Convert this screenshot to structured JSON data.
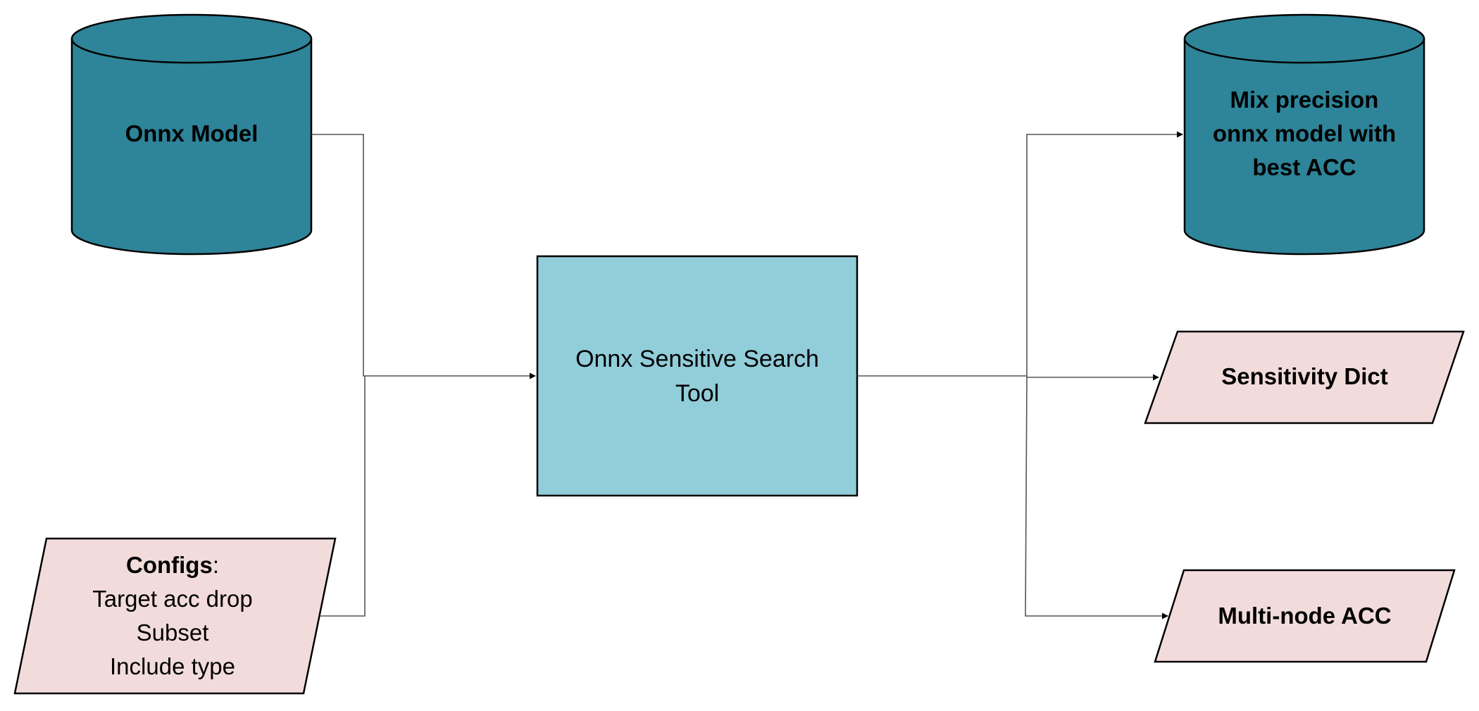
{
  "nodes": {
    "onnx_model": {
      "label": "Onnx Model"
    },
    "configs": {
      "title": "Configs",
      "title_suffix": ":",
      "lines": [
        "Target acc drop",
        "Subset",
        "Include type"
      ]
    },
    "tool": {
      "line1": "Onnx Sensitive Search",
      "line2": "Tool"
    },
    "mix_model": {
      "line1": "Mix precision",
      "line2": "onnx model with",
      "line3": "best ACC"
    },
    "sensitivity_dict": {
      "label": "Sensitivity Dict"
    },
    "multi_node_acc": {
      "label": "Multi-node ACC"
    }
  },
  "colors": {
    "cylinder": "#2e8499",
    "tool": "#92cdda",
    "parallelogram": "#f2dcdb",
    "stroke": "#000000",
    "connector": "#555555"
  }
}
